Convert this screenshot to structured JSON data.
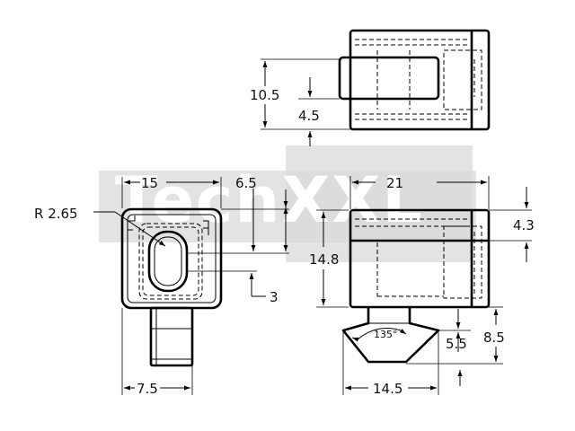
{
  "watermark": {
    "text": "TechXXL"
  },
  "dimensions": {
    "top_height": "10.5",
    "top_slot": "4.5",
    "left_width": "15",
    "left_offset": "6.5",
    "radius": "R 2.65",
    "left_small": "3",
    "left_bottom": "7.5",
    "right_width": "21",
    "right_top": "4.3",
    "right_height": "14.8",
    "right_angle": "135°",
    "right_55": "5.5",
    "right_85": "8.5",
    "right_bottom": "14.5"
  }
}
